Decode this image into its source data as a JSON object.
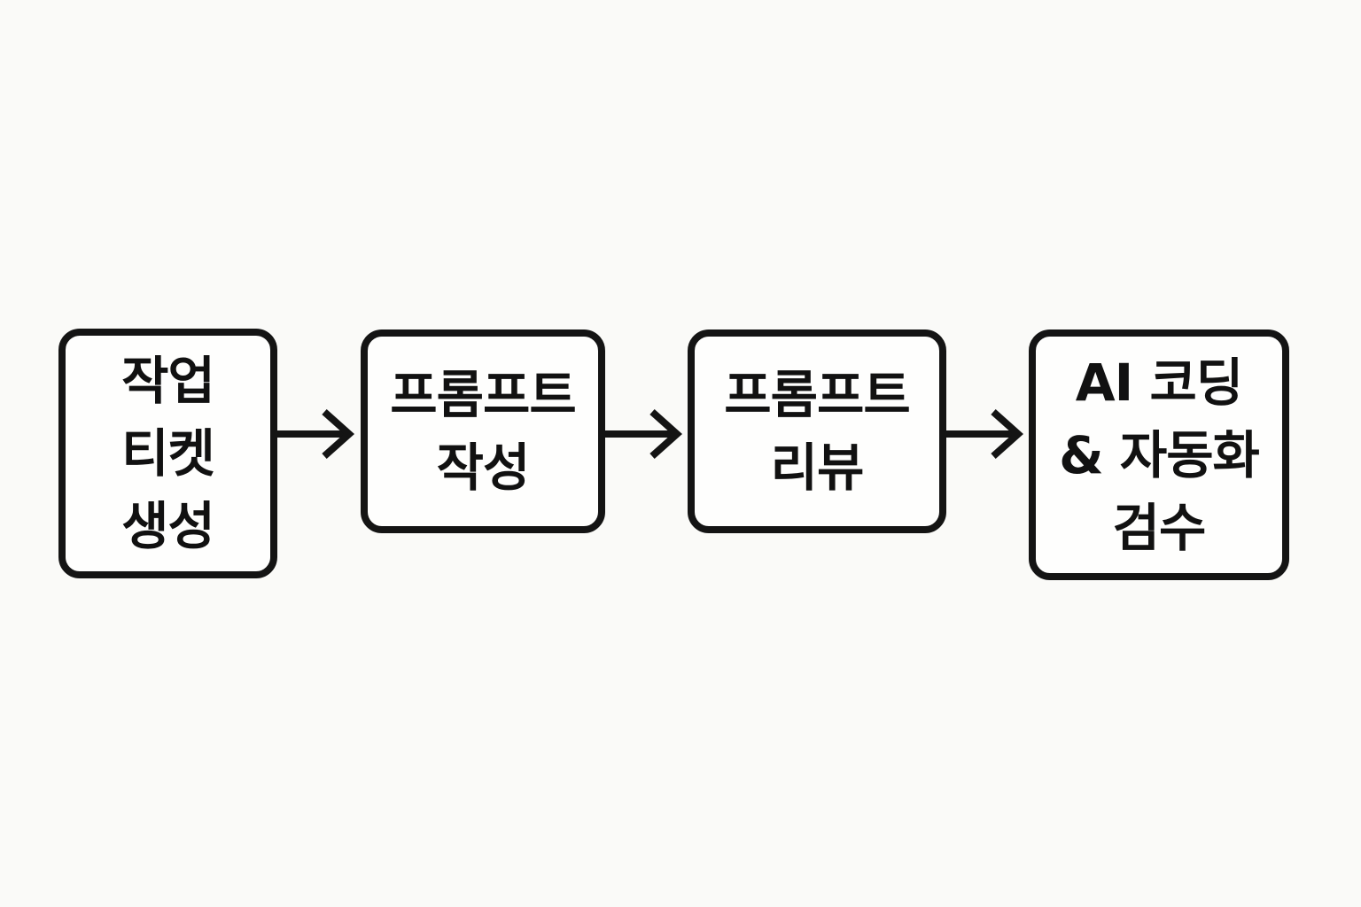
{
  "diagram": {
    "type": "flowchart",
    "direction": "left-to-right",
    "boxes": [
      {
        "id": "step-1",
        "label": "작업 티켓 생성",
        "lines": [
          "작업",
          "티켓",
          "생성"
        ]
      },
      {
        "id": "step-2",
        "label": "프롬프트 작성",
        "lines": [
          "프롬프트",
          "작성"
        ]
      },
      {
        "id": "step-3",
        "label": "프롬프트 리뷰",
        "lines": [
          "프롬프트",
          "리뷰"
        ]
      },
      {
        "id": "step-4",
        "label": "AI 코딩 & 자동화 검수",
        "lines": [
          "AI 코딩",
          "& 자동화",
          "검수"
        ]
      }
    ],
    "arrows": [
      {
        "from": "step-1",
        "to": "step-2"
      },
      {
        "from": "step-2",
        "to": "step-3"
      },
      {
        "from": "step-3",
        "to": "step-4"
      }
    ],
    "colors": {
      "background": "#fafaf8",
      "box_fill": "#fefefd",
      "box_border": "#141414",
      "text": "#111111",
      "arrow": "#141414"
    }
  }
}
